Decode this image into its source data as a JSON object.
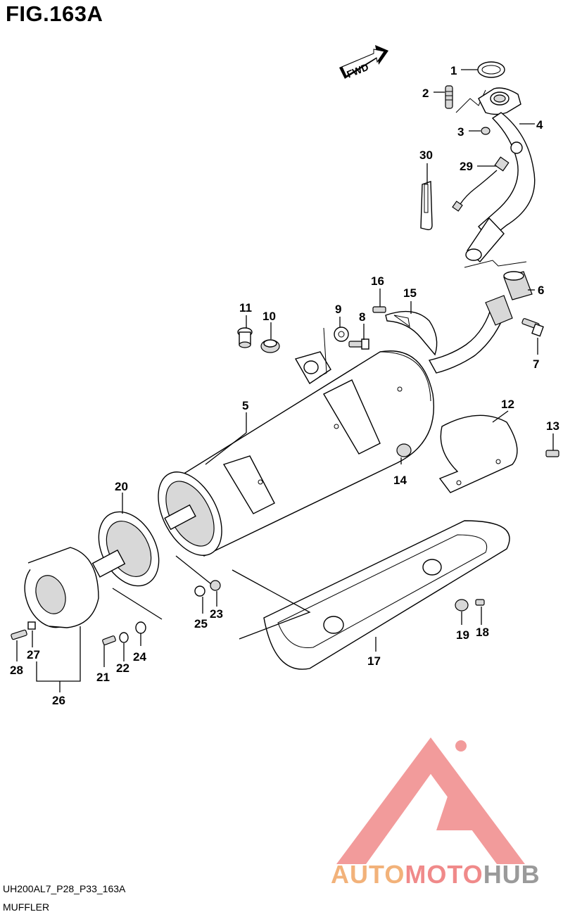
{
  "figure": {
    "title": "FIG.163A"
  },
  "direction_marker": "FWD",
  "parts": [
    {
      "id": "1",
      "label": "1"
    },
    {
      "id": "2",
      "label": "2"
    },
    {
      "id": "3",
      "label": "3"
    },
    {
      "id": "4",
      "label": "4"
    },
    {
      "id": "5",
      "label": "5"
    },
    {
      "id": "6",
      "label": "6"
    },
    {
      "id": "7",
      "label": "7"
    },
    {
      "id": "8",
      "label": "8"
    },
    {
      "id": "9",
      "label": "9"
    },
    {
      "id": "10",
      "label": "10"
    },
    {
      "id": "11",
      "label": "11"
    },
    {
      "id": "12",
      "label": "12"
    },
    {
      "id": "13",
      "label": "13"
    },
    {
      "id": "14",
      "label": "14"
    },
    {
      "id": "15",
      "label": "15"
    },
    {
      "id": "16",
      "label": "16"
    },
    {
      "id": "17",
      "label": "17"
    },
    {
      "id": "18",
      "label": "18"
    },
    {
      "id": "19",
      "label": "19"
    },
    {
      "id": "20",
      "label": "20"
    },
    {
      "id": "21",
      "label": "21"
    },
    {
      "id": "22",
      "label": "22"
    },
    {
      "id": "23",
      "label": "23"
    },
    {
      "id": "24",
      "label": "24"
    },
    {
      "id": "25",
      "label": "25"
    },
    {
      "id": "26",
      "label": "26"
    },
    {
      "id": "27",
      "label": "27"
    },
    {
      "id": "28",
      "label": "28"
    },
    {
      "id": "29",
      "label": "29"
    },
    {
      "id": "30",
      "label": "30"
    }
  ],
  "footer": {
    "code": "UH200AL7_P28_P33_163A",
    "name": "MUFFLER"
  },
  "watermark": {
    "part1": "AUTO",
    "part2": "MOTO",
    "part3": "HUB",
    "colors": {
      "orange": "#f2b27a",
      "red": "#f08a8a",
      "gray": "#9a9a9a"
    }
  }
}
